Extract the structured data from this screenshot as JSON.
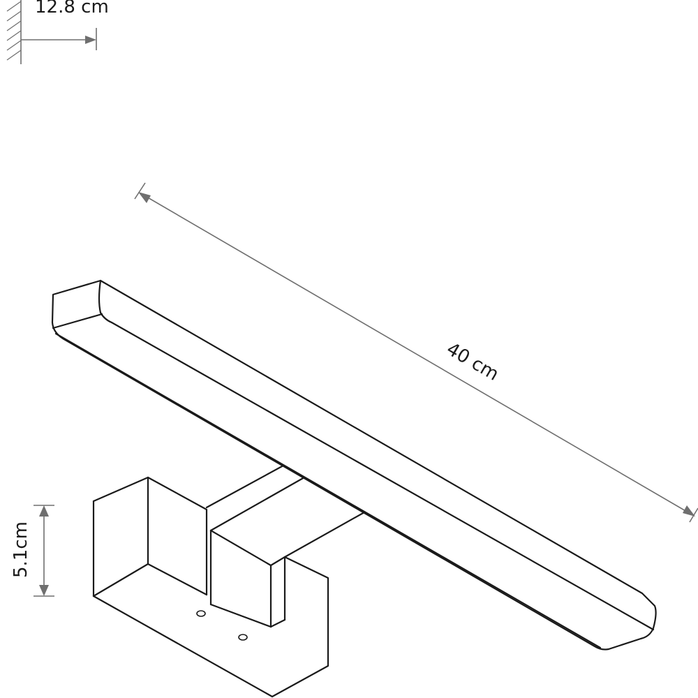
{
  "dimensions": {
    "depth": "12.8 cm",
    "length": "40 cm",
    "height": "5.1cm"
  },
  "colors": {
    "outline": "#1a1a1a",
    "dimension": "#6f6f6f",
    "background": "#ffffff"
  }
}
